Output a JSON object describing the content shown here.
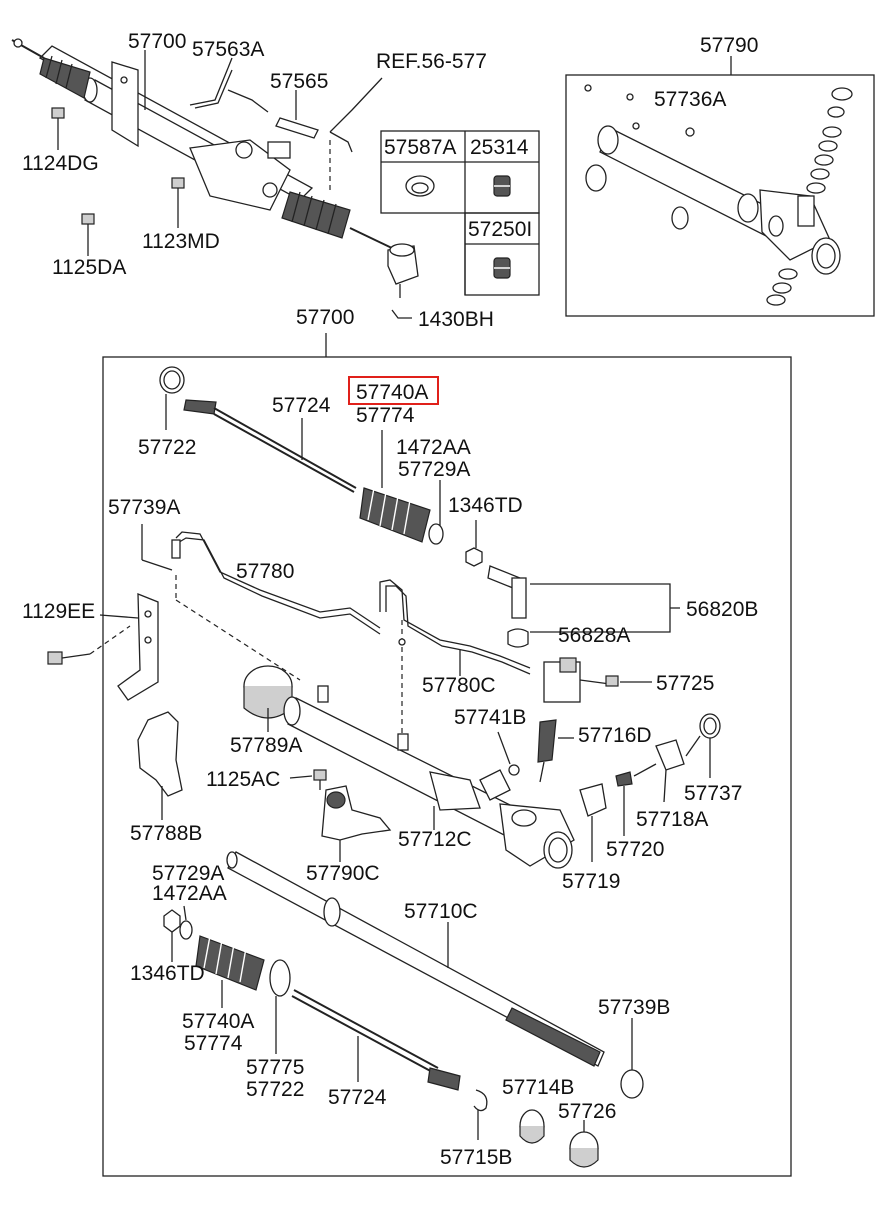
{
  "labels": {
    "top_57700": "57700",
    "top_57563A": "57563A",
    "ref": "REF.56-577",
    "top_57565": "57565",
    "top_1124DG": "1124DG",
    "top_1123MD": "1123MD",
    "top_1125DA": "1125DA",
    "grid_57587A": "57587A",
    "grid_25314": "25314",
    "grid_57250I": "57250I",
    "top_1430BH": "1430BH",
    "top_57790": "57790",
    "top_57736A": "57736A",
    "main_57700": "57700",
    "m_57740A_hl": "57740A",
    "m_57774": "57774",
    "m_57724": "57724",
    "m_57722": "57722",
    "m_1472AA": "1472AA",
    "m_57729A": "57729A",
    "m_1346TD": "1346TD",
    "m_57739A": "57739A",
    "m_57780": "57780",
    "m_1129EE": "1129EE",
    "m_56820B": "56820B",
    "m_56828A": "56828A",
    "m_57780C": "57780C",
    "m_57725": "57725",
    "m_57789A": "57789A",
    "m_57741B": "57741B",
    "m_57716D": "57716D",
    "m_1125AC": "1125AC",
    "m_57737": "57737",
    "m_57718A": "57718A",
    "m_57788B": "57788B",
    "m_57712C": "57712C",
    "m_57720": "57720",
    "m_57790C": "57790C",
    "m_57719": "57719",
    "b_57729A": "57729A",
    "b_1472AA": "1472AA",
    "b_57710C": "57710C",
    "b_1346TD": "1346TD",
    "b_57739B": "57739B",
    "b_57740A": "57740A",
    "b_57774": "57774",
    "b_57775": "57775",
    "b_57722": "57722",
    "b_57724": "57724",
    "b_57714B": "57714B",
    "b_57726": "57726",
    "b_57715B": "57715B"
  },
  "colors": {
    "line": "#222222",
    "highlight": "#e0201a",
    "background": "#ffffff"
  }
}
